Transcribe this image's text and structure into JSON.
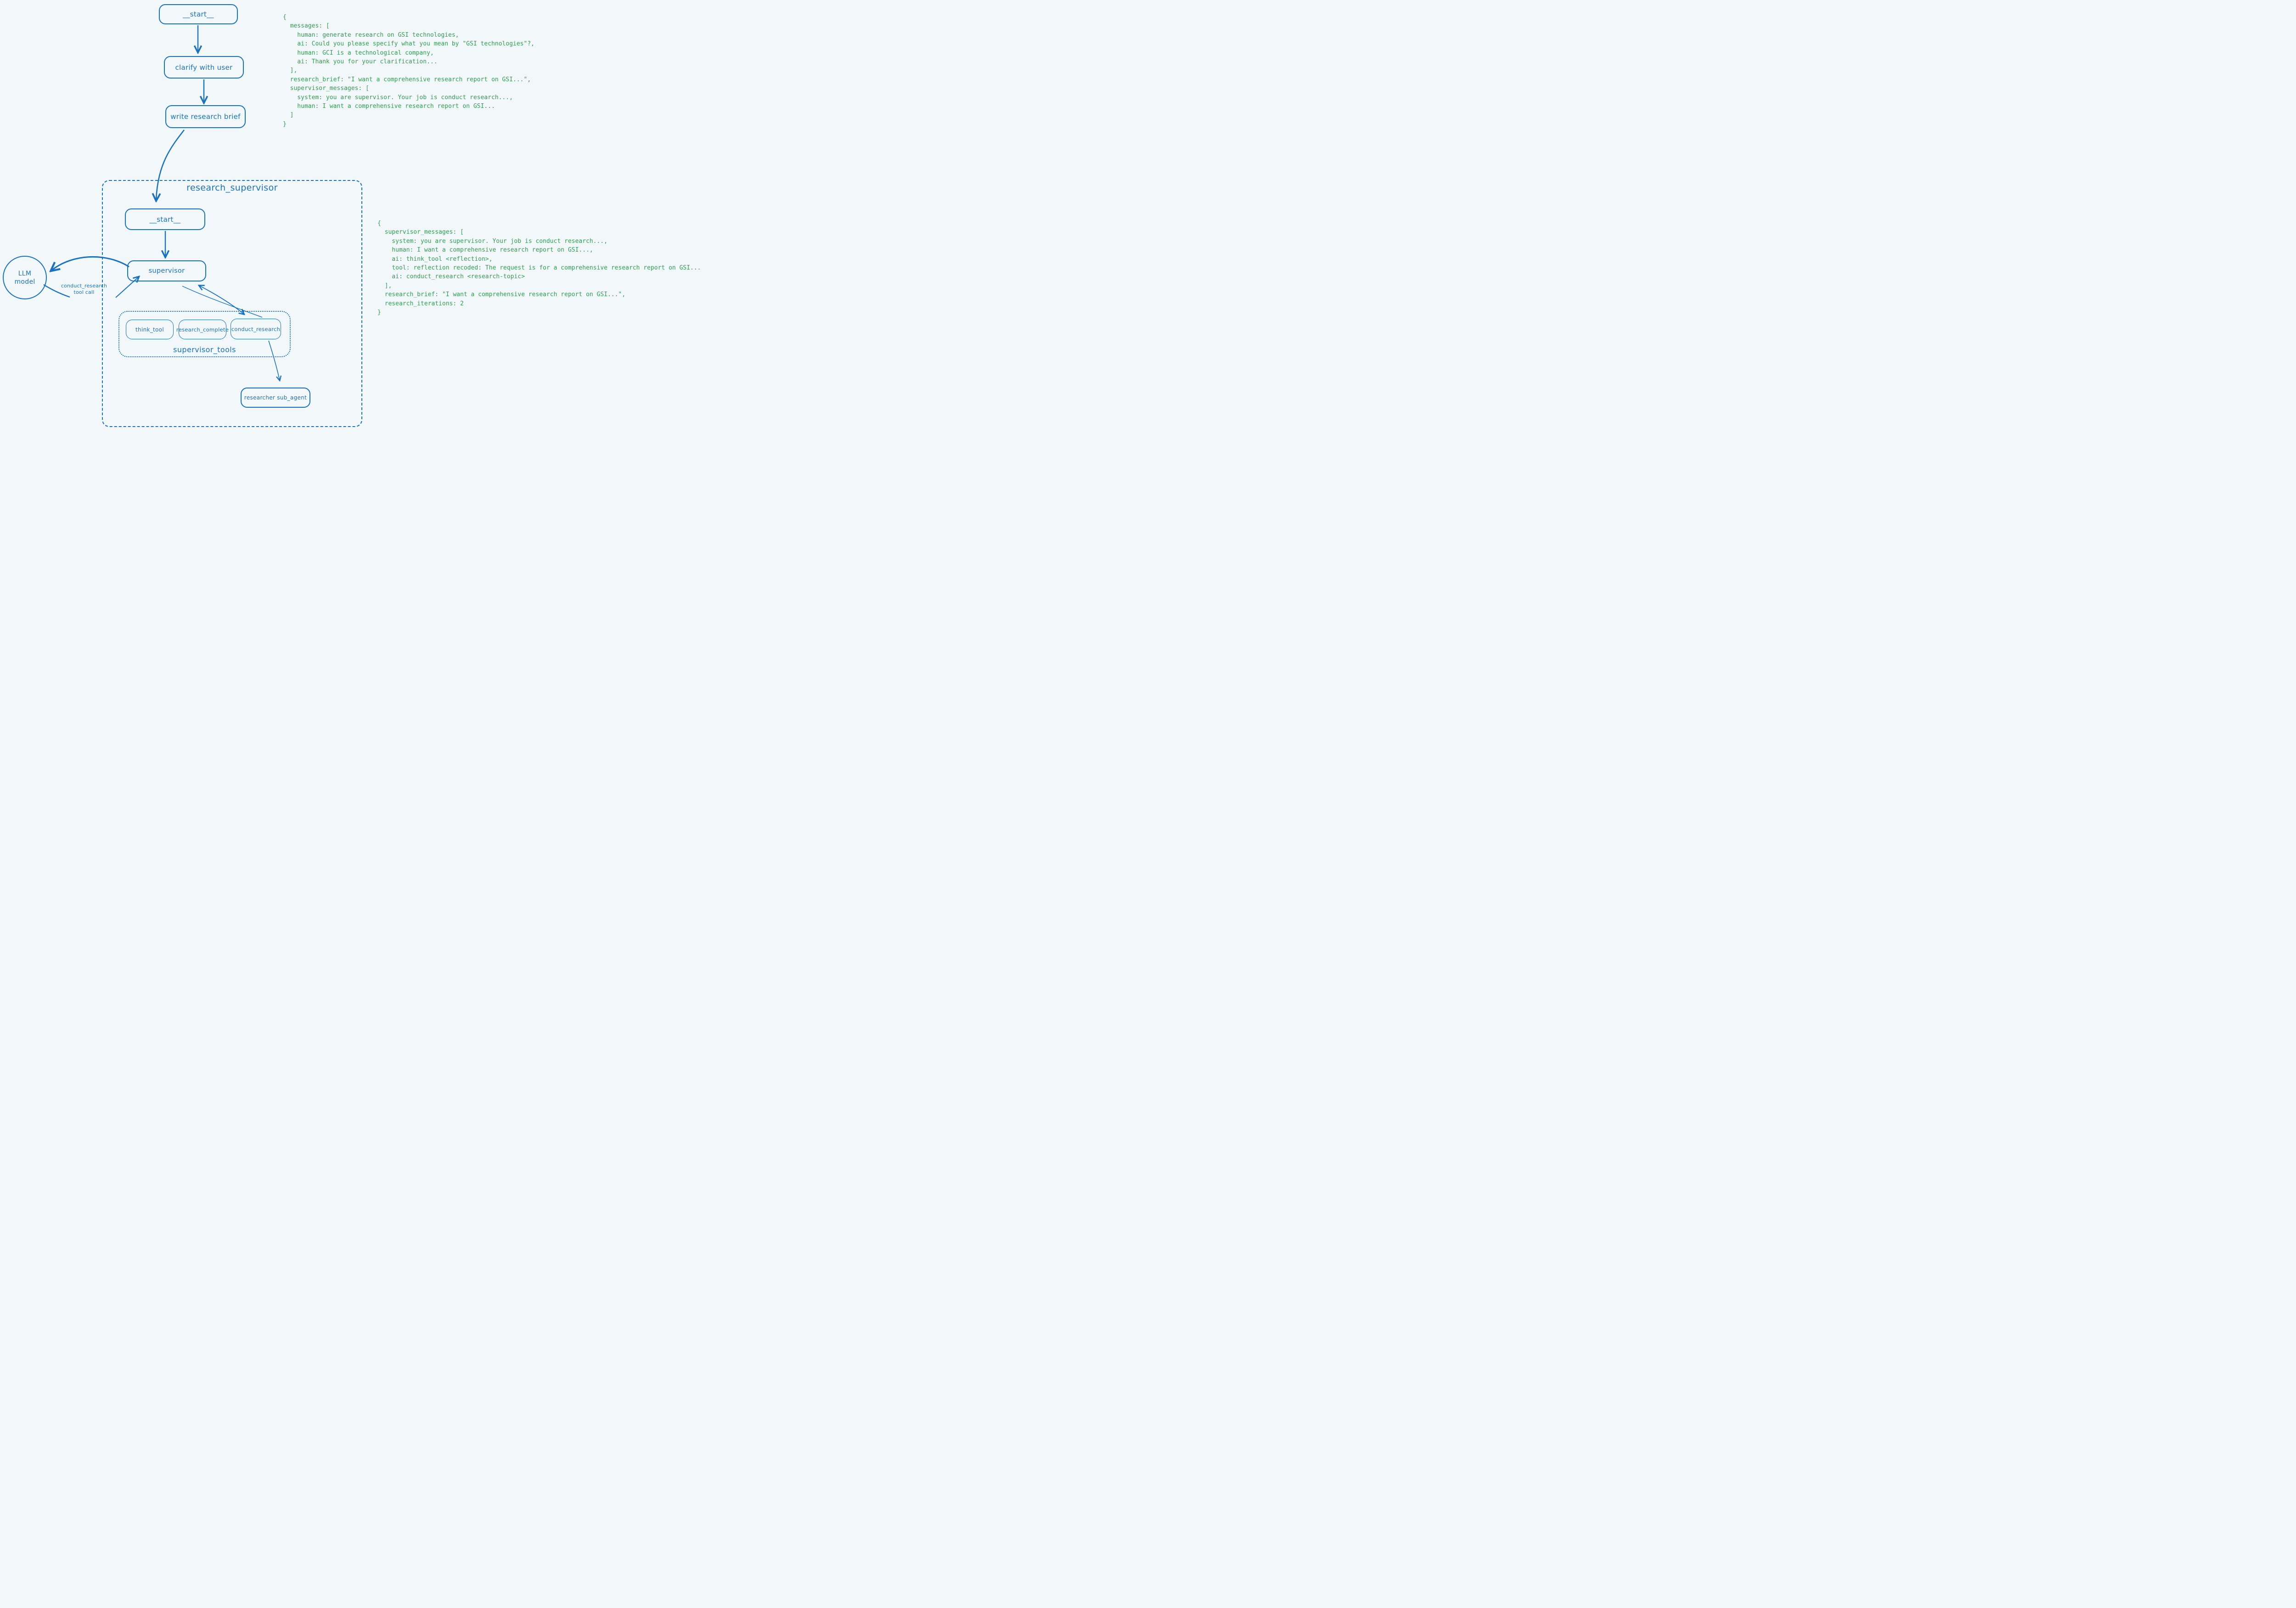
{
  "canvas": {
    "background_color": "#f2f7fa",
    "stroke_color": "#1971c2",
    "state_text_color": "#2f9e50"
  },
  "flow": {
    "start_outer": "__start__",
    "clarify": "clarify with user",
    "write_brief": "write research brief",
    "llm": {
      "line1": "LLM",
      "line2": "model"
    },
    "edge_label": {
      "line1": "conduct_research",
      "line2": "tool call"
    },
    "supervisor_group": {
      "label": "research_supervisor",
      "start_inner": "__start__",
      "supervisor": "supervisor",
      "tools_group": {
        "label": "supervisor_tools",
        "tools": [
          "think_tool",
          "research_complete",
          "conduct_research"
        ]
      },
      "researcher": "researcher sub_agent"
    }
  },
  "state_block_1": {
    "lines": [
      "{",
      "  messages: [",
      "    human: generate research on GSI technologies,",
      "    ai: Could you please specify what you mean by \"GSI technologies\"?,",
      "    human: GCI is a technological company,",
      "    ai: Thank you for your clarification...",
      "  ],",
      "  research_brief: \"I want a comprehensive research report on GSI...\",",
      "  supervisor_messages: [",
      "    system: you are supervisor. Your job is conduct research...,",
      "    human: I want a comprehensive research report on GSI...",
      "  ]",
      "}"
    ]
  },
  "state_block_2": {
    "lines": [
      "{",
      "  supervisor_messages: [",
      "    system: you are supervisor. Your job is conduct research...,",
      "    human: I want a comprehensive research report on GSI...,",
      "    ai: think_tool <reflection>,",
      "    tool: reflection recoded: The request is for a comprehensive research report on GSI...",
      "    ai: conduct_research <research-topic>",
      "  ],",
      "  research_brief: \"I want a comprehensive research report on GSI...\",",
      "  research_iterations: 2",
      "}"
    ]
  }
}
